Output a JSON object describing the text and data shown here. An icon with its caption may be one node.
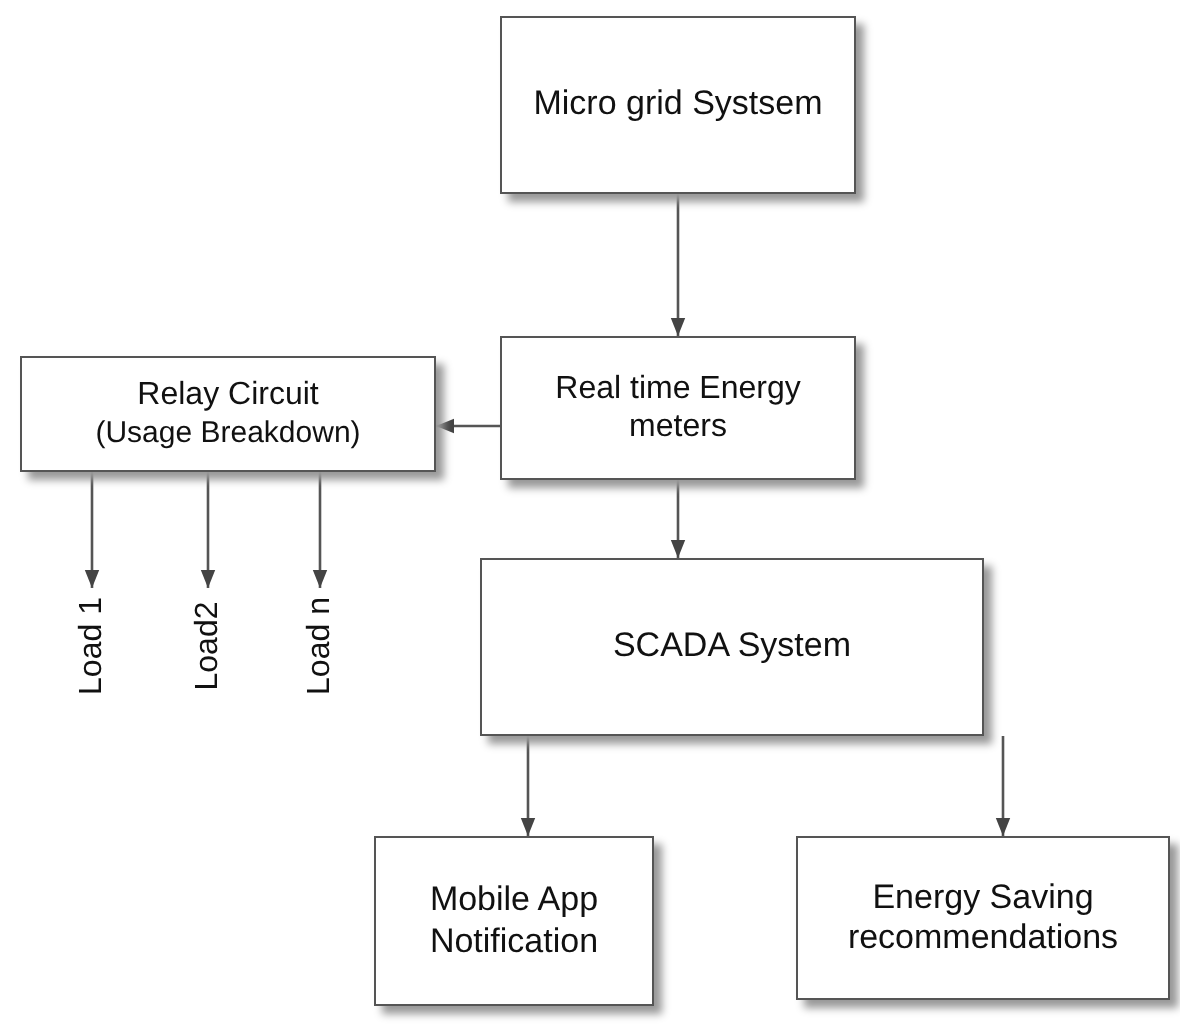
{
  "diagram": {
    "nodes": [
      {
        "text": [
          "Micro grid Systsem"
        ]
      },
      {
        "text": [
          "Real time Energy meters"
        ]
      },
      {
        "text": [
          "Relay Circuit",
          "(Usage Breakdown)"
        ]
      },
      {
        "text": [
          "Load 1"
        ]
      },
      {
        "text": [
          "Load2"
        ]
      },
      {
        "text": [
          "Load n"
        ]
      },
      {
        "text": [
          "SCADA System"
        ]
      },
      {
        "text": [
          "Mobile App Notification"
        ]
      },
      {
        "text": [
          "Energy Saving recommendations"
        ]
      }
    ],
    "edges": [
      {
        "from": 0,
        "to": 1,
        "arrow": "to"
      },
      {
        "from": 1,
        "to": 2,
        "arrow": "to"
      },
      {
        "from": 2,
        "to": 3,
        "arrow": "to"
      },
      {
        "from": 2,
        "to": 4,
        "arrow": "to"
      },
      {
        "from": 2,
        "to": 5,
        "arrow": "to"
      },
      {
        "from": 1,
        "to": 6,
        "arrow": "to"
      },
      {
        "from": 6,
        "to": 7,
        "arrow": "to"
      },
      {
        "from": 6,
        "to": 8,
        "arrow": "to"
      }
    ]
  }
}
